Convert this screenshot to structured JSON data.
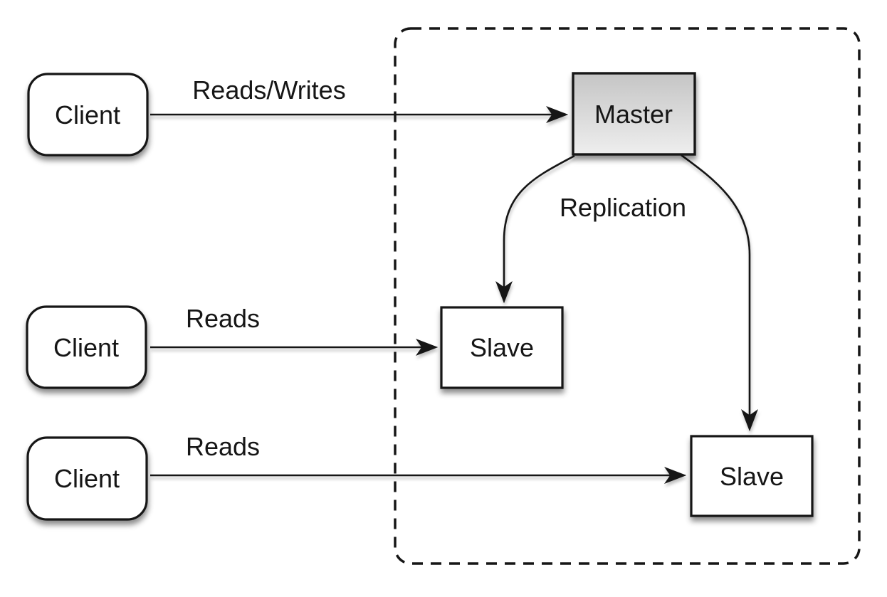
{
  "diagram": {
    "type": "architecture-diagram",
    "description_nodes": {
      "client1": {
        "label": "Client"
      },
      "client2": {
        "label": "Client"
      },
      "client3": {
        "label": "Client"
      },
      "master": {
        "label": "Master"
      },
      "slave1": {
        "label": "Slave"
      },
      "slave2": {
        "label": "Slave"
      }
    },
    "edges": [
      {
        "id": "client1-master",
        "from": "client1",
        "to": "master",
        "label": "Reads/Writes"
      },
      {
        "id": "client2-slave1",
        "from": "client2",
        "to": "slave1",
        "label": "Reads"
      },
      {
        "id": "client3-slave2",
        "from": "client3",
        "to": "slave2",
        "label": "Reads"
      },
      {
        "id": "master-slave1",
        "from": "master",
        "to": "slave1",
        "label": "Replication"
      },
      {
        "id": "master-slave2",
        "from": "master",
        "to": "slave2",
        "label": ""
      }
    ],
    "group": {
      "style": "dashed-rounded-rectangle",
      "contains": [
        "master",
        "slave1",
        "slave2"
      ]
    },
    "colors": {
      "line": "#161616",
      "text": "#161616",
      "node_fill": "#ffffff",
      "master_gradient_top": "#c5c5c5",
      "master_gradient_bottom": "#eeeeee",
      "background": "#ffffff"
    }
  }
}
